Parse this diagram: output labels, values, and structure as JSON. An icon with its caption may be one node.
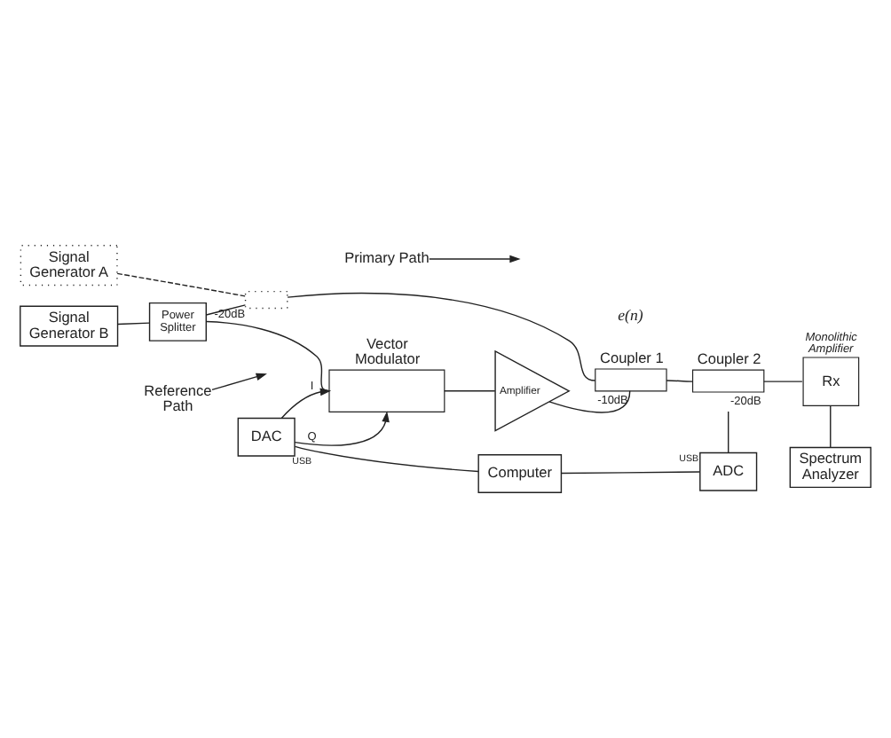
{
  "diagram": {
    "nodes": [
      {
        "text": [
          "Signal Generator A"
        ]
      },
      {
        "text": [
          "Power Splitter"
        ]
      },
      {
        "text": [],
        "shape": "box",
        "beside": [
          "-20dB"
        ]
      },
      {
        "text": [
          "Coupler 1"
        ],
        "beside": [
          "-10dB"
        ]
      },
      {
        "text": [
          "Coupler 2"
        ],
        "beside": [
          "-20dB"
        ]
      },
      {
        "text": [
          "Rx"
        ],
        "beside": [
          "Monolithic Amplifier"
        ]
      },
      {
        "text": [
          "Vector Modulator"
        ]
      },
      {
        "text": [
          "Amplifier"
        ]
      },
      {
        "text": [
          "DAC"
        ]
      },
      {
        "text": [
          "ADC"
        ]
      },
      {
        "text": [
          "Computer"
        ]
      },
      {
        "text": [
          "Signal Generator B"
        ]
      },
      {
        "text": [
          "Spectrum Analyzer"
        ]
      },
      {
        "text": [
          "Primary Path"
        ]
      },
      {
        "text": [
          "Reference Path"
        ]
      }
    ],
    "edges": [
      {
        "from": 0,
        "to": 2,
        "arrow": "none",
        "style": "dashed"
      },
      {
        "from": 1,
        "to": 2,
        "arrow": "none"
      },
      {
        "from": 2,
        "to": 3,
        "arrow": "none"
      },
      {
        "from": 3,
        "to": 4,
        "arrow": "none"
      },
      {
        "from": 4,
        "to": 5,
        "arrow": "none"
      },
      {
        "from": 1,
        "to": 6,
        "arrow": "none"
      },
      {
        "from": 11,
        "to": 1,
        "arrow": "none"
      },
      {
        "from": 6,
        "to": 7,
        "arrow": "none"
      },
      {
        "from": 7,
        "to": 3,
        "arrow": "none"
      },
      {
        "from": 4,
        "to": 9,
        "arrow": "none"
      },
      {
        "from": 5,
        "to": 12,
        "arrow": "none"
      },
      {
        "from": 8,
        "to": 6,
        "arrow": "to",
        "label": "I"
      },
      {
        "from": 8,
        "to": 6,
        "arrow": "to",
        "label": "Q"
      },
      {
        "from": 8,
        "to": 10,
        "arrow": "none",
        "label": "USB"
      },
      {
        "from": 10,
        "to": 9,
        "arrow": "none",
        "label": "USB"
      },
      {
        "from": 13,
        "to": null,
        "arrow": "to"
      },
      {
        "from": 14,
        "to": null,
        "arrow": "to"
      }
    ],
    "labels": [
      "e(n)"
    ]
  }
}
